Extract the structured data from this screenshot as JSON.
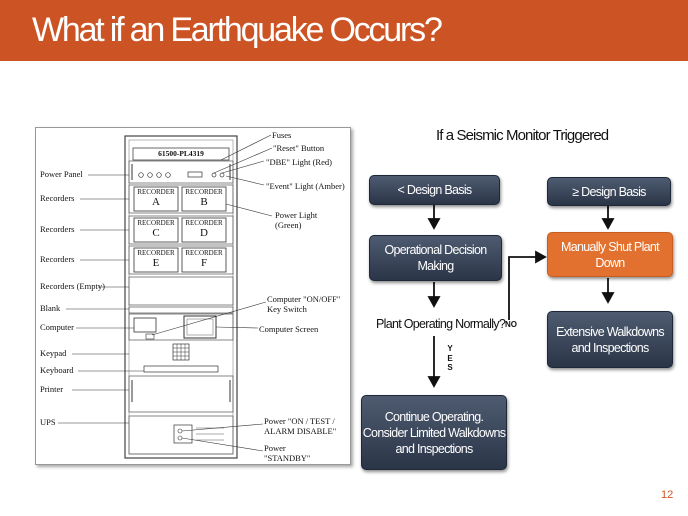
{
  "slide": {
    "title": "What if an Earthquake Occurs?",
    "page_number": "12"
  },
  "colors": {
    "title_bar": "#cc5424",
    "flow_box_navy": "#36425a",
    "flow_box_orange": "#e2712f"
  },
  "rack": {
    "tag": "61500-PL4319",
    "recorder_word": "RECORDER",
    "recorders": [
      "A",
      "B",
      "C",
      "D",
      "E",
      "F"
    ],
    "left_labels": [
      "Power Panel",
      "Recorders",
      "Recorders",
      "Recorders",
      "Recorders (Empty)",
      "Blank",
      "Computer",
      "Keypad",
      "Keyboard",
      "Printer",
      "UPS"
    ],
    "right_labels": {
      "fuses": "Fuses",
      "reset": "\"Reset\" Button",
      "dbe": "\"DBE\" Light (Red)",
      "event": "\"Event\" Light (Amber)",
      "power_light_1": "Power Light",
      "power_light_2": "(Green)",
      "key_switch_1": "Computer \"ON/OFF\"",
      "key_switch_2": "Key Switch",
      "screen": "Computer Screen",
      "power_mode_1": "Power \"ON / TEST /",
      "power_mode_2": "ALARM DISABLE\"",
      "standby_1": "Power",
      "standby_2": "\"STANDBY\""
    }
  },
  "flowchart": {
    "title": "If a Seismic Monitor Triggered",
    "below_basis": "< Design Basis",
    "above_basis": "≥ Design Basis",
    "decision_line1": "Operational Decision",
    "decision_line2": "Making",
    "question": "Plant Operating Normally?",
    "no_label": "NO",
    "yes_letters": [
      "Y",
      "E",
      "S"
    ],
    "shutdown_line1": "Manually Shut Plant",
    "shutdown_line2": "Down",
    "walkdowns_line1": "Extensive Walkdowns",
    "walkdowns_line2": "and Inspections",
    "continue_line1": "Continue Operating.",
    "continue_line2": "Consider Limited Walkdowns",
    "continue_line3": "and Inspections"
  }
}
